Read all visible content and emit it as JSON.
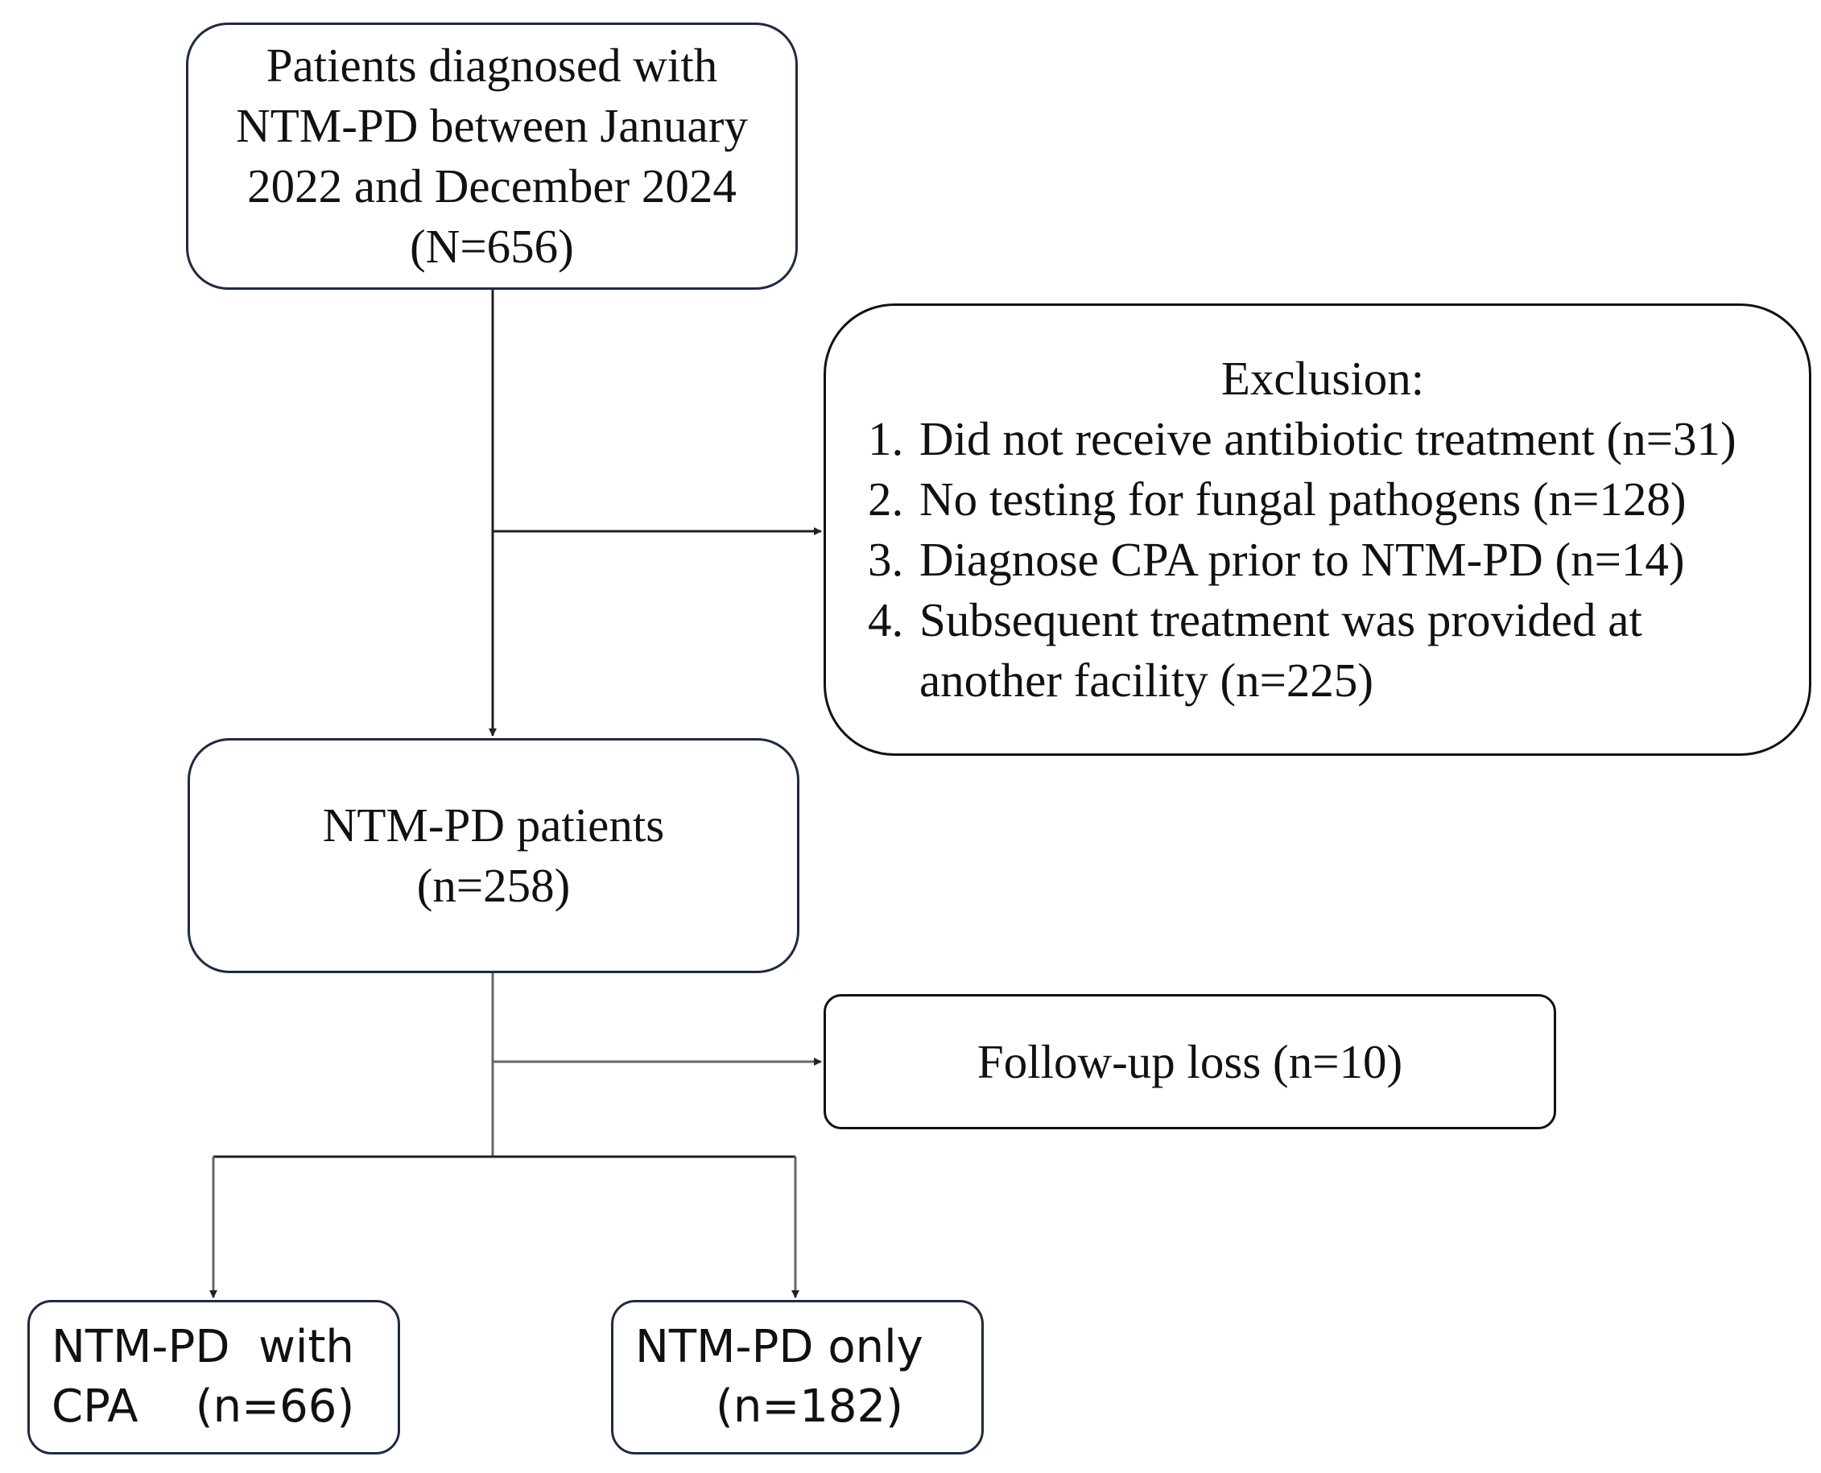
{
  "flowchart": {
    "top_box": {
      "lines": [
        "Patients diagnosed with",
        "NTM-PD between January",
        "2022 and December 2024",
        "(N=656)"
      ]
    },
    "exclusion_box": {
      "title": "Exclusion:",
      "items": [
        {
          "num": "1.",
          "lines": [
            "Did not receive antibiotic treatment (n=31)"
          ]
        },
        {
          "num": "2.",
          "lines": [
            "No testing for fungal pathogens (n=128)"
          ]
        },
        {
          "num": "3.",
          "lines": [
            "Diagnose CPA prior to NTM-PD (n=14)"
          ]
        },
        {
          "num": "4.",
          "lines": [
            "Subsequent treatment was provided at",
            "another facility (n=225)"
          ]
        }
      ]
    },
    "middle_box": {
      "lines": [
        "NTM-PD patients",
        "(n=258)"
      ]
    },
    "followup_box": {
      "text": "Follow-up loss (n=10)"
    },
    "cpa_box": {
      "lines": [
        "NTM-PD  with",
        "CPA    (n=66)"
      ]
    },
    "only_box": {
      "lines": [
        "NTM-PD only",
        "(n=182)"
      ]
    },
    "colors": {
      "box_border": "#1f2a44",
      "line": "#222222",
      "text": "#111111"
    }
  }
}
